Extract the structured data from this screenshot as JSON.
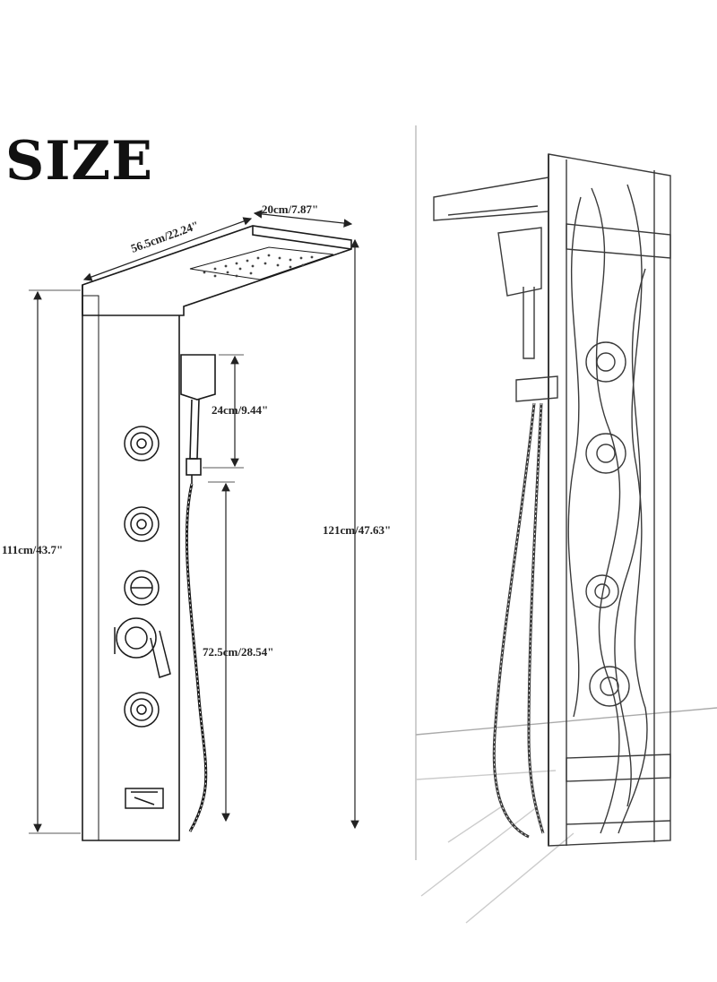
{
  "title": "SIZE",
  "dimensions": {
    "depth": "20cm/7.87\"",
    "width": "56.5cm/22.24\"",
    "handshower_height": "24cm/9.44\"",
    "panel_height": "111cm/43.7\"",
    "total_height": "121cm/47.63\"",
    "hose_length": "72.5cm/28.54\""
  },
  "colors": {
    "line": "#1a1a1a",
    "sketch": "#3a3a3a",
    "background": "#ffffff"
  }
}
